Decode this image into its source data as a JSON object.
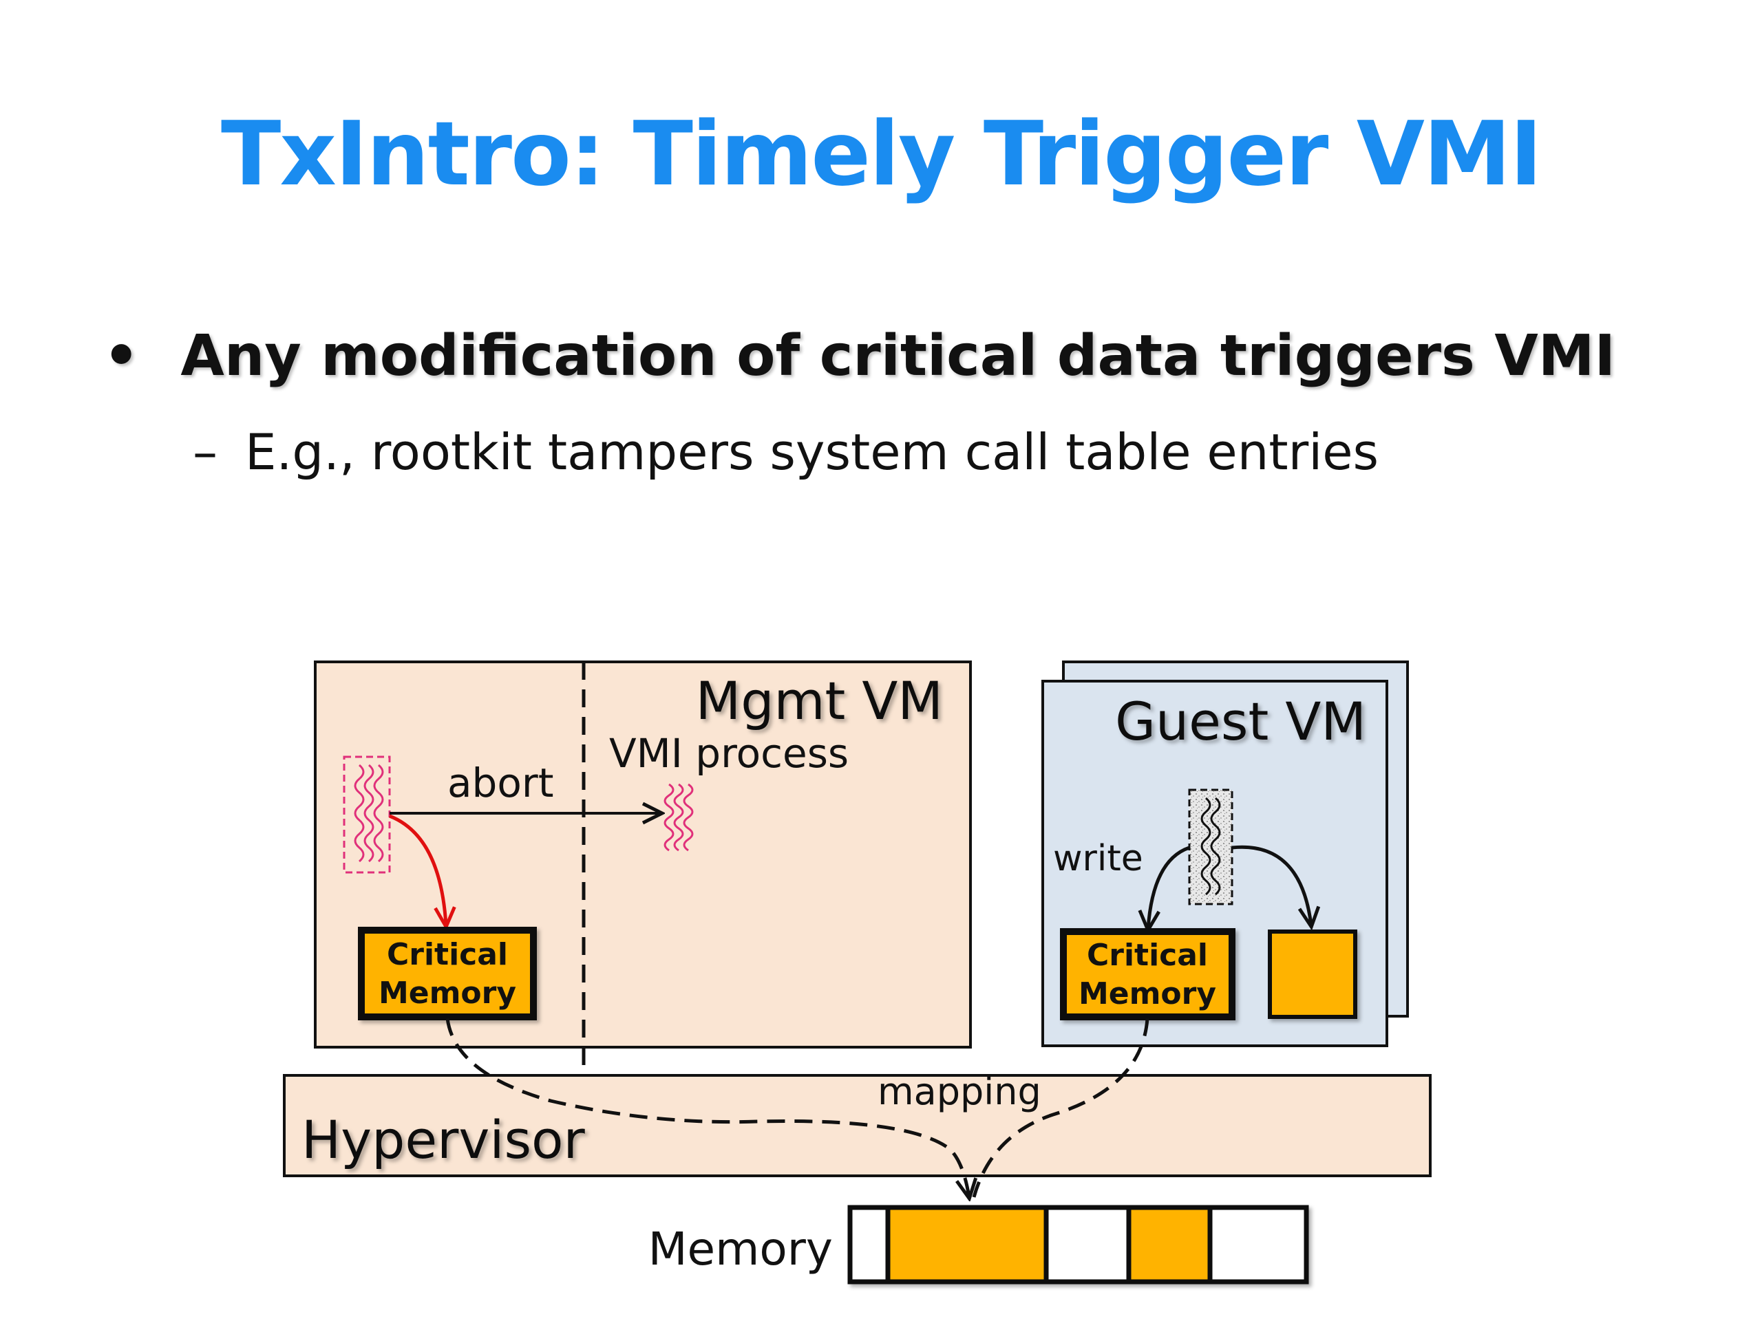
{
  "slide": {
    "title": "TxIntro: Timely Trigger VMI",
    "bullet": "Any modification of critical data triggers VMI",
    "bullet_marker": "•",
    "sub_bullet": "E.g., rootkit tampers system call table entries",
    "sub_bullet_marker": "–"
  },
  "diagram": {
    "mgmt_vm_label": "Mgmt VM",
    "vmi_process_label": "VMI process",
    "abort_label": "abort",
    "mgmt_critical_memory": [
      "Critical",
      "Memory"
    ],
    "guest_vm_label": "Guest VM",
    "write_label": "write",
    "guest_critical_memory": [
      "Critical",
      "Memory"
    ],
    "mapping_label": "mapping",
    "hypervisor_label": "Hypervisor",
    "memory_label": "Memory",
    "memory_cells": [
      "empty",
      "used",
      "empty",
      "used",
      "empty"
    ]
  },
  "colors": {
    "title": "#1a8cf0",
    "vm_fill": "#fae5d3",
    "guest_fill": "#dae4ef",
    "memory_block": "#ffb300",
    "abort_arrow": "#e01010",
    "thread_pink": "#e0307a"
  }
}
